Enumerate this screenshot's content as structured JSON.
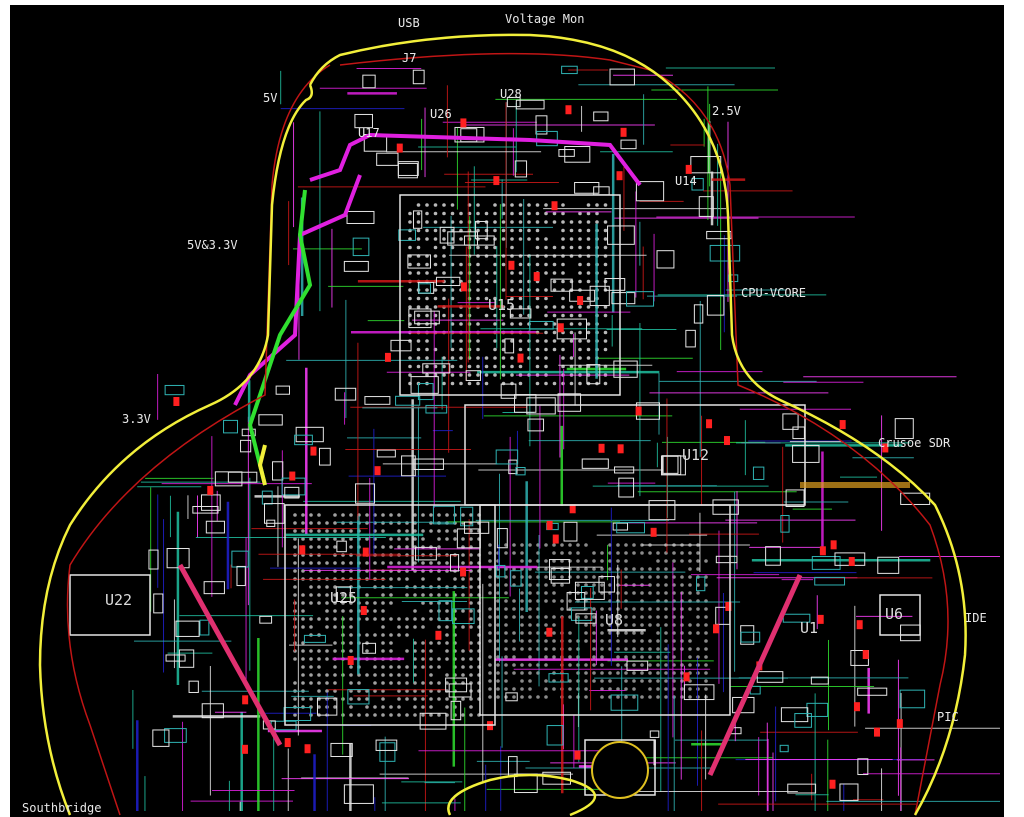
{
  "region_labels": {
    "usb": "USB",
    "voltage_mon": "Voltage Mon",
    "v5": "5V",
    "v25": "2.5V",
    "v5_33": "5V&3.3V",
    "cpu_vcore": "CPU-VCORE",
    "v33": "3.3V",
    "crusoe_sdr": "Crusoe SDR",
    "ide": "IDE",
    "pic": "PIC",
    "southbridge": "Southbridge"
  },
  "component_refs": {
    "u15": "U15",
    "u12": "U12",
    "u22": "U22",
    "u8": "U8",
    "u6": "U6",
    "u28": "U28",
    "u26": "U26",
    "u25": "U25",
    "j7": "J7",
    "u17": "U17",
    "u14": "U14",
    "u1": "U1"
  },
  "colors": {
    "background": "#000000",
    "board_outline": "#f2ef3a",
    "keepout": "#d01818",
    "silkscreen": "#e6e6e6",
    "trace_magenta": "#e020e0",
    "trace_green": "#30e030",
    "trace_cyan": "#2fb3b3",
    "pad_red": "#ff2020",
    "trace_blue": "#2020d0"
  }
}
